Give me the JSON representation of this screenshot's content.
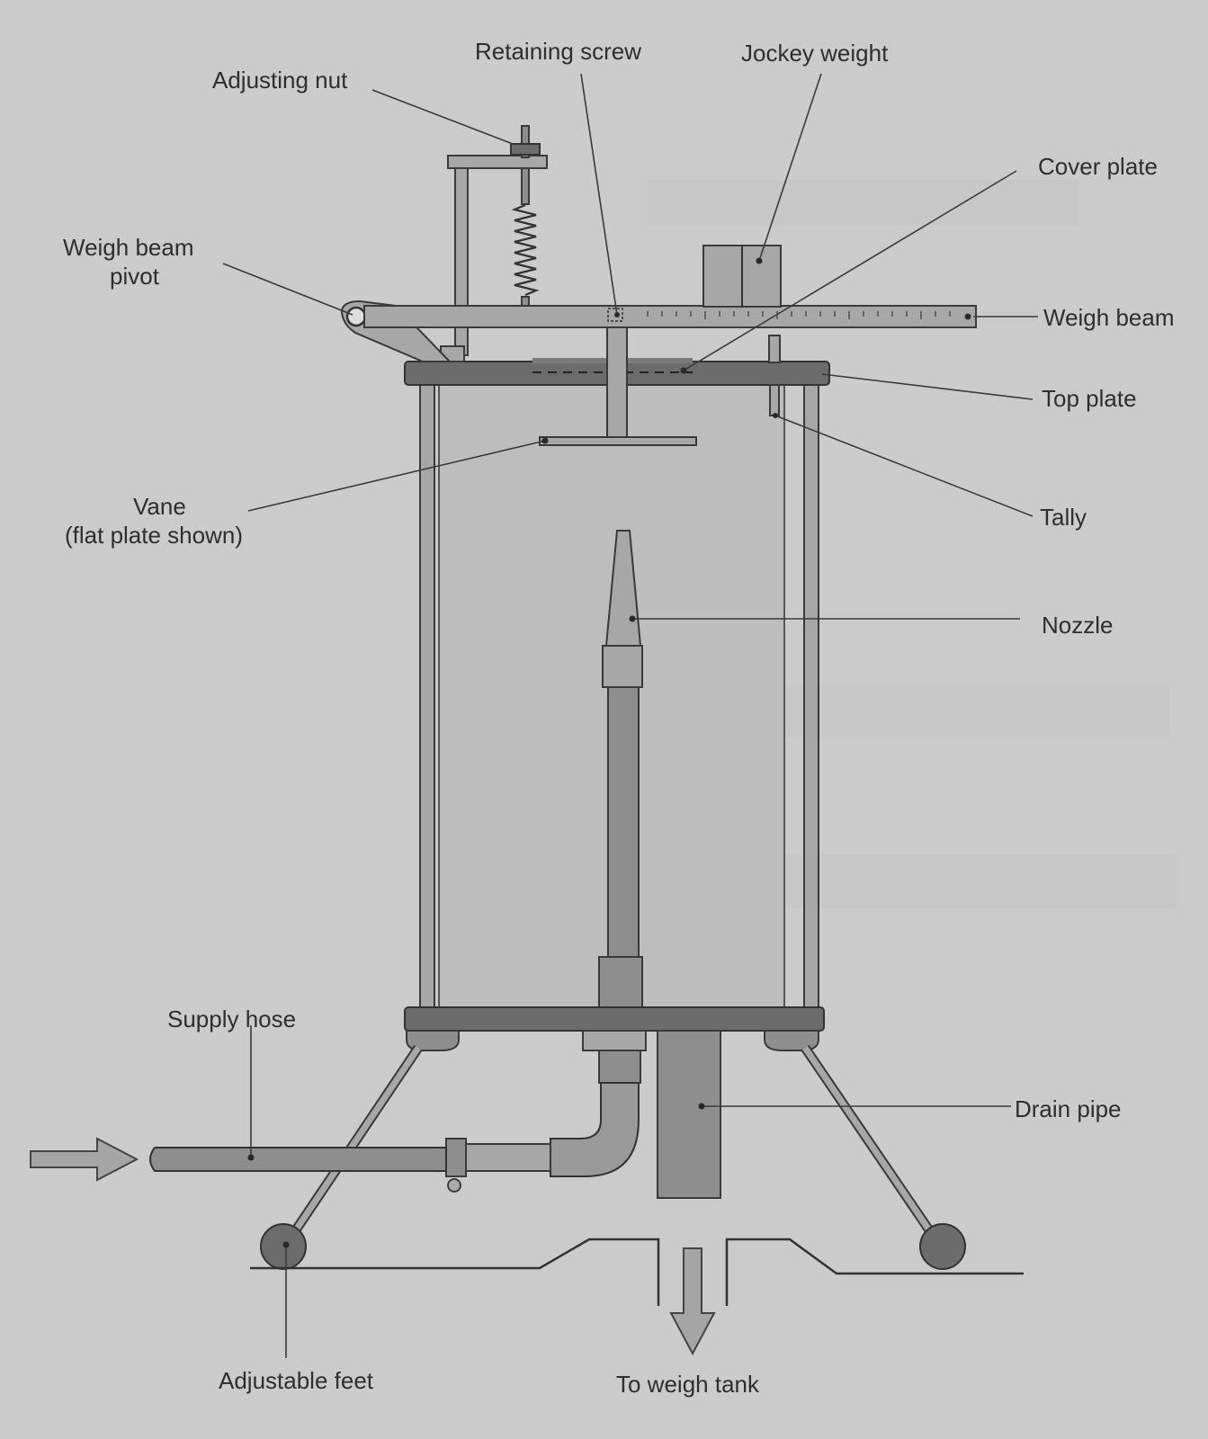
{
  "labels": {
    "retaining_screw": "Retaining screw",
    "jockey_weight": "Jockey weight",
    "adjusting_nut": "Adjusting nut",
    "cover_plate": "Cover plate",
    "weigh_beam_pivot_line1": "Weigh beam",
    "weigh_beam_pivot_line2": "pivot",
    "weigh_beam": "Weigh beam",
    "top_plate": "Top plate",
    "vane_line1": "Vane",
    "vane_line2": "(flat plate shown)",
    "tally": "Tally",
    "nozzle": "Nozzle",
    "supply_hose": "Supply hose",
    "drain_pipe": "Drain pipe",
    "adjustable_feet": "Adjustable feet",
    "to_weigh_tank": "To weigh tank"
  },
  "colors": {
    "background": "#cbcbcb",
    "metal": "#8e8e8e",
    "outline": "#3a3a3a",
    "text": "#2e2e2e"
  }
}
